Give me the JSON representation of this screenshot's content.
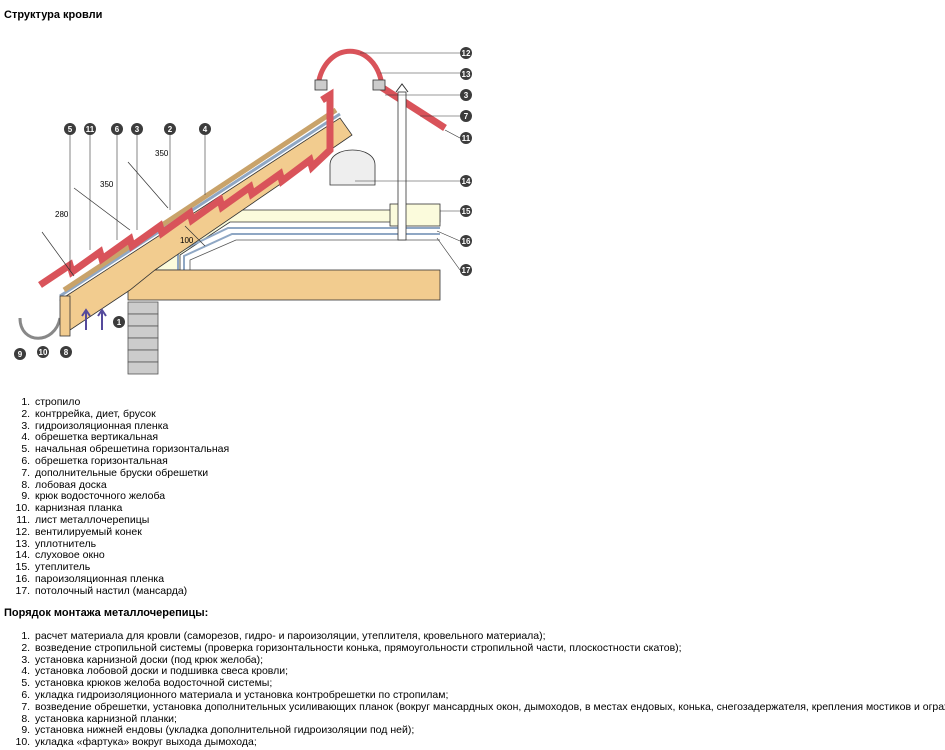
{
  "title": "Структура кровли",
  "colors": {
    "tile": "#d9535a",
    "wood": "#f2cc8f",
    "insulation": "#fbfbdc",
    "line": "#333333",
    "membrane": "#8fa7c4"
  },
  "diagram": {
    "callouts": [
      "1",
      "2",
      "3",
      "4",
      "5",
      "6",
      "7",
      "8",
      "9",
      "10",
      "11",
      "12",
      "13",
      "14",
      "15",
      "16",
      "17"
    ],
    "left_callouts": [
      "5",
      "11",
      "6",
      "3",
      "2",
      "4"
    ],
    "right_callouts": [
      "12",
      "13",
      "3",
      "7",
      "11",
      "14",
      "15",
      "16",
      "17"
    ],
    "bottom_callouts": [
      "9",
      "10",
      "8",
      "1"
    ],
    "dimensions": [
      "350",
      "350",
      "280",
      "100"
    ]
  },
  "parts": [
    "стропило",
    "контррейка, диет, брусок",
    "гидроизоляционная пленка",
    "обрешетка вертикальная",
    "начальная обрешетина горизонтальная",
    "обрешетка горизонтальная",
    "дополнительные бруски обрешетки",
    "лобовая доска",
    "крюк водосточного желоба",
    "карнизная планка",
    "лист металлочерепицы",
    "вентилируемый конек",
    "уплотнитель",
    "слуховое окно",
    "утеплитель",
    "пароизоляционная пленка",
    "потолочный настил (мансарда)"
  ],
  "steps_title": "Порядок монтажа металлочерепицы:",
  "steps": [
    "расчет материала для кровли (саморезов, гидро- и пароизоляции, утеплителя, кровельного материала);",
    "возведение стропильной системы (проверка горизонтальности конька, прямоугольности стропильной части, плоскостности скатов);",
    "установка карнизной доски (под крюк желоба);",
    "установка лобовой доски и подшивка свеса кровли;",
    "установка крюков желоба водосточной системы;",
    "укладка гидроизоляционного материала и установка контробрешетки по стропилам;",
    "возведение обрешетки, установка дополнительных усиливающих планок (вокруг мансардных окон, дымоходов, в местах ендовых, конька, снегозадержателя, крепления мостиков и ограждения);",
    "установка карнизной планки;",
    "установка нижней ендовы (укладка дополнительной гидроизоляции под ней);",
    "укладка «фартука» вокруг выхода дымохода;"
  ]
}
